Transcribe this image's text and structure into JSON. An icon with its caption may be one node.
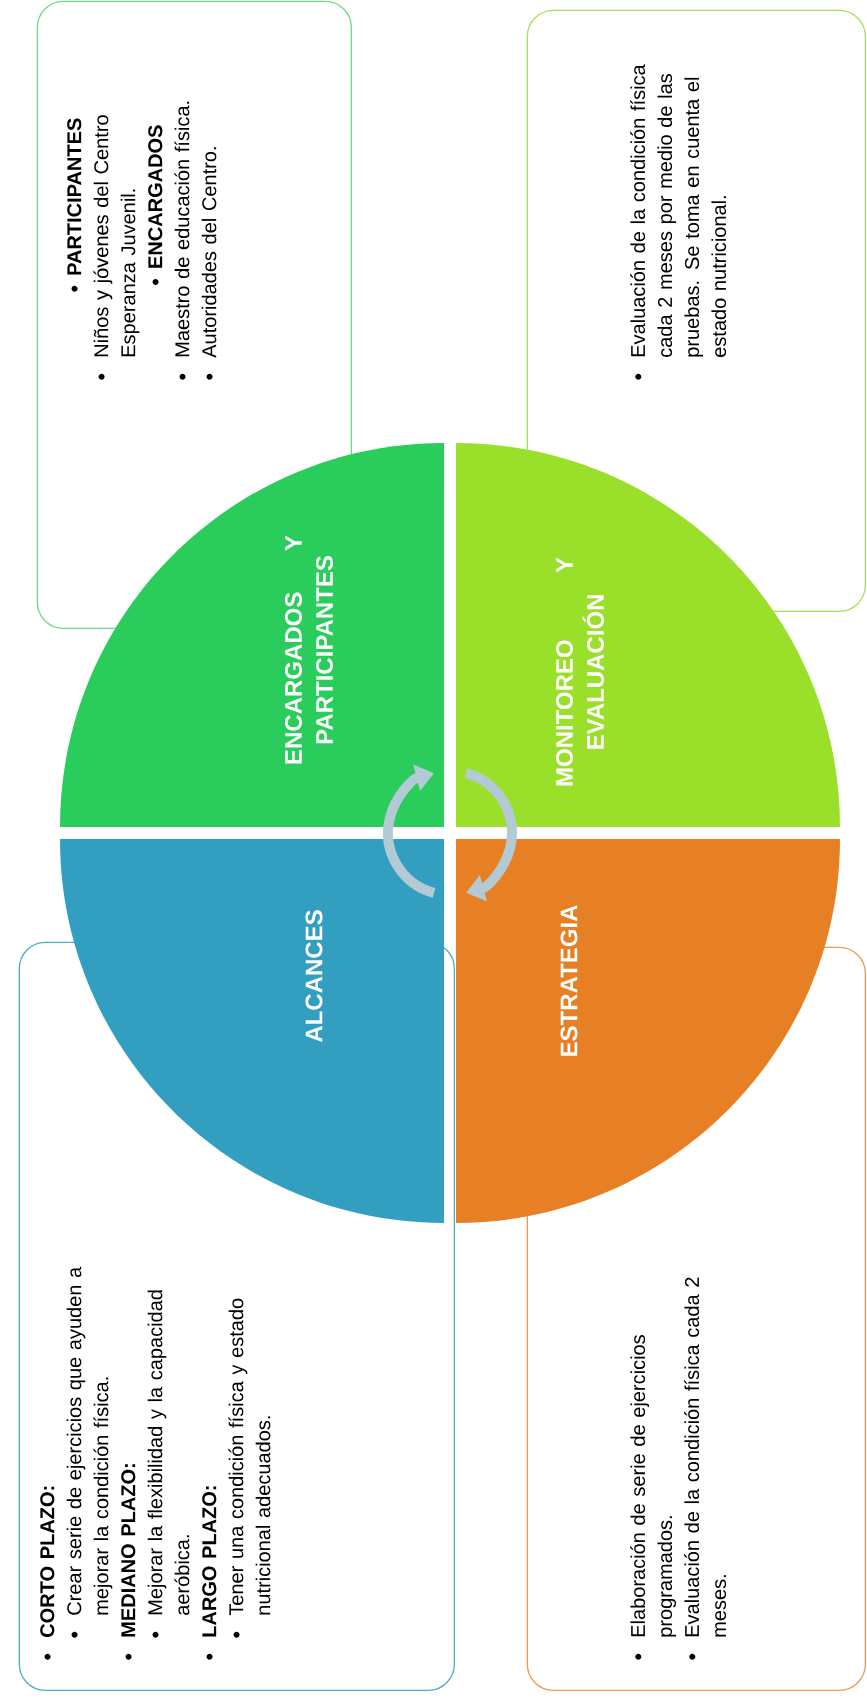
{
  "diagram": {
    "nodes": [
      {
        "text": [
          "ALCANCES"
        ]
      },
      {
        "text": [
          "ENCARGADOS Y PARTICIPANTES"
        ]
      },
      {
        "text": [
          "MONITOREO Y EVALUACIÓN"
        ]
      },
      {
        "text": [
          "ESTRATEGIA"
        ]
      },
      {
        "text": [
          "CORTO PLAZO:",
          "Crear serie de ejercicios que ayuden a mejorar la condición física.",
          "MEDIANO PLAZO:",
          "Mejorar la flexibilidad y la capacidad aeróbica.",
          "LARGO PLAZO:",
          "Tener una condición física y estado nutricional adecuados."
        ]
      },
      {
        "text": [
          "PARTICIPANTES",
          "Niños y jóvenes del Centro Esperanza Juvenil.",
          "ENCARGADOS",
          "Maestro de educación física.",
          "Autoridades del Centro."
        ]
      },
      {
        "text": [
          "Evaluación de la condición física cada 2 meses por medio de las pruebas. Se toma en cuenta el estado nutricional."
        ]
      },
      {
        "text": [
          "Elaboración de serie de ejercicios programados.",
          "Evaluación de la condición física cada 2 meses."
        ]
      }
    ],
    "edges": [
      {
        "from": 0,
        "to": 1,
        "arrow": "to"
      },
      {
        "from": 2,
        "to": 3,
        "arrow": "to"
      }
    ]
  }
}
